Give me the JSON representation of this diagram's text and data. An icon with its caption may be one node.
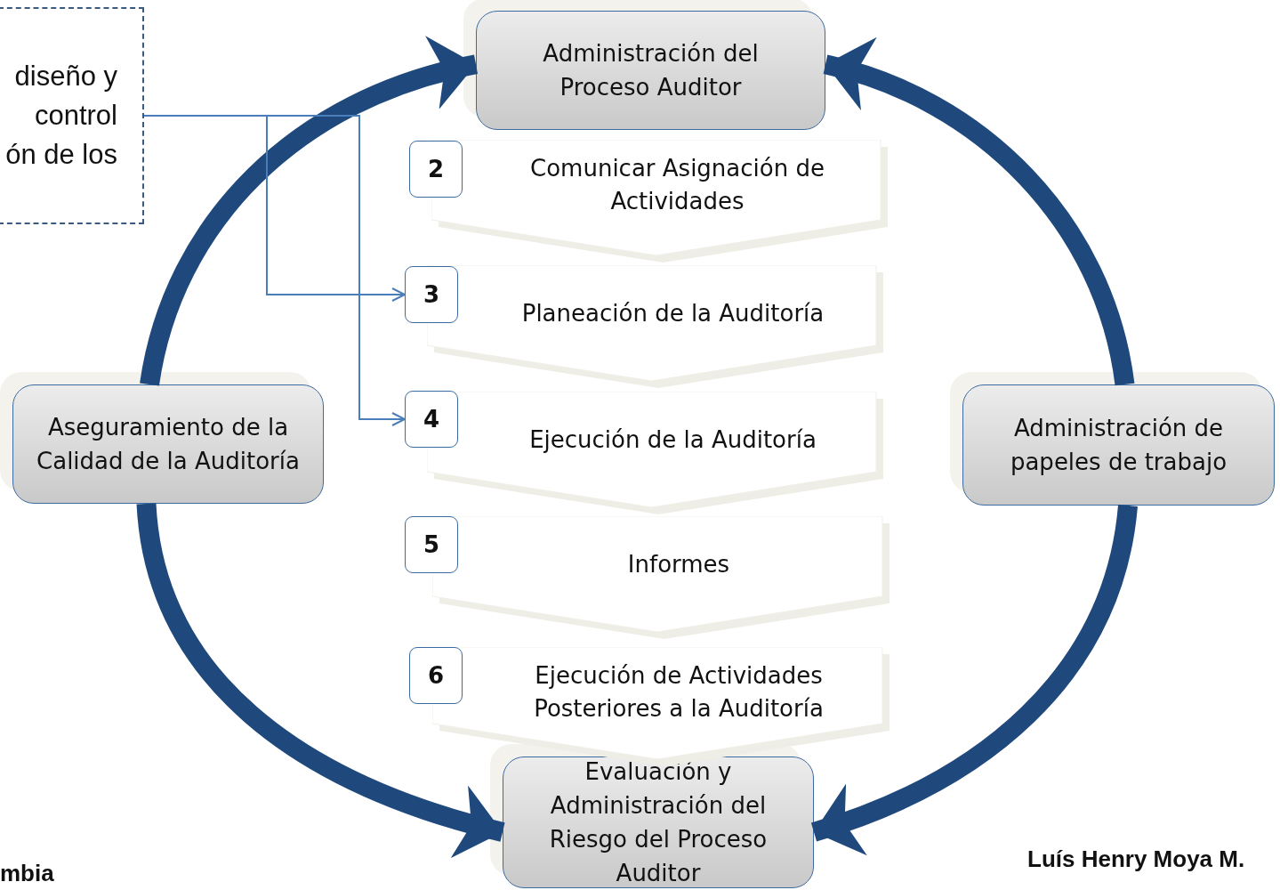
{
  "diagram": {
    "nodes": [
      {
        "text": [
          "diseño y control ón de los"
        ]
      },
      {
        "text": [
          "Administración del Proceso Auditor"
        ]
      },
      {
        "text": [
          "Aseguramiento de la Calidad de la Auditoría"
        ]
      },
      {
        "text": [
          "Administración de papeles de trabajo"
        ]
      },
      {
        "text": [
          "Evaluación y Administración del Riesgo del Proceso Auditor"
        ]
      },
      {
        "text": [
          "2"
        ]
      },
      {
        "text": [
          "Comunicar Asignación de Actividades"
        ]
      },
      {
        "text": [
          "3"
        ]
      },
      {
        "text": [
          "Planeación de la Auditoría"
        ]
      },
      {
        "text": [
          "4"
        ]
      },
      {
        "text": [
          "Ejecución de la Auditoría"
        ]
      },
      {
        "text": [
          "5"
        ]
      },
      {
        "text": [
          "Informes"
        ]
      },
      {
        "text": [
          "6"
        ]
      },
      {
        "text": [
          "Ejecución de Actividades Posteriores a la Auditoría"
        ]
      }
    ],
    "edges": [
      {
        "from": 2,
        "to": 1,
        "arrow": "to"
      },
      {
        "from": 3,
        "to": 1,
        "arrow": "to"
      },
      {
        "from": 2,
        "to": 4,
        "arrow": "to"
      },
      {
        "from": 3,
        "to": 4,
        "arrow": "to"
      },
      {
        "from": 0,
        "to": 7,
        "arrow": "to",
        "color": "#4a7ebb"
      },
      {
        "from": 0,
        "to": 9,
        "arrow": "to",
        "color": "#4a7ebb"
      }
    ],
    "labels": [
      "mbia",
      "Luís Henry Moya M."
    ]
  }
}
